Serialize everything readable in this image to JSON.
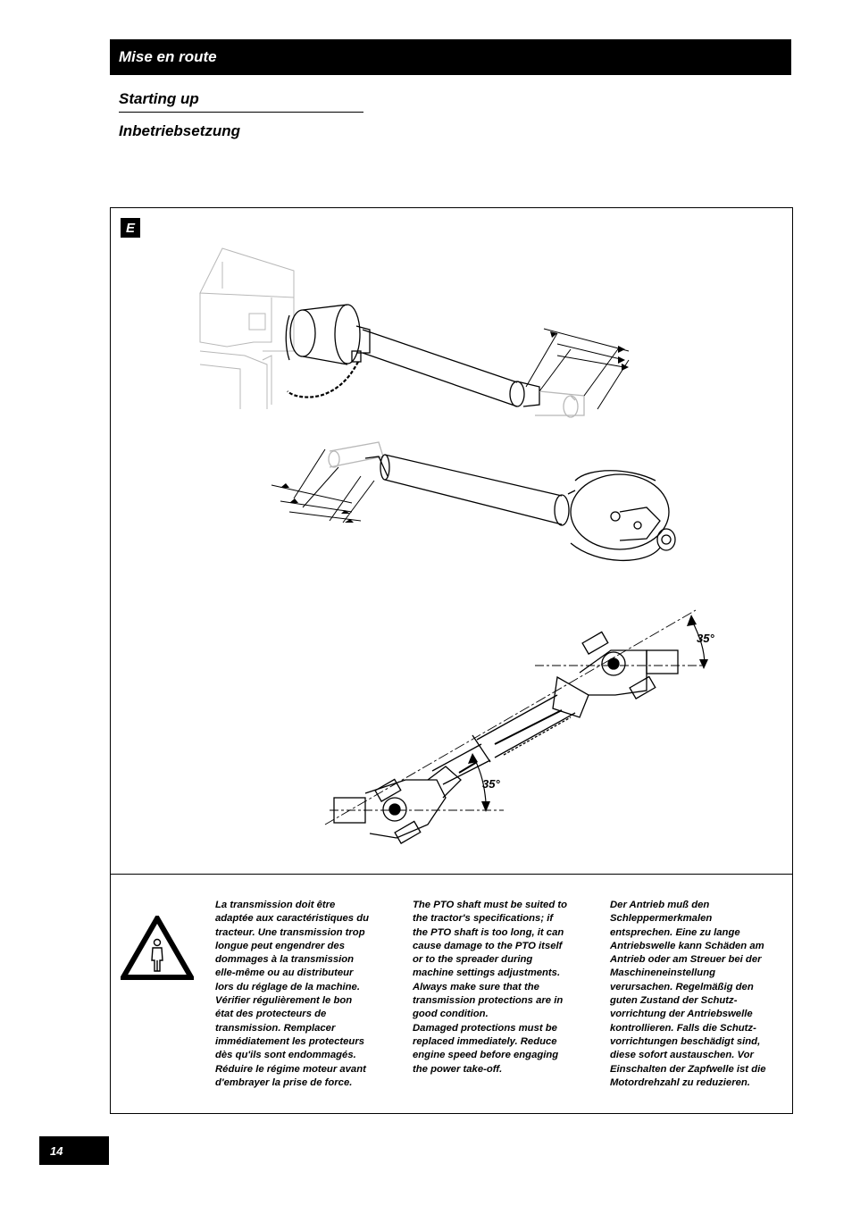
{
  "header": {
    "title": "Mise en route",
    "subtitle_en": "Starting up",
    "subtitle_de": "Inbetriebsetzung"
  },
  "figure": {
    "label": "E",
    "angle_top": "35°",
    "angle_bottom": "35°"
  },
  "warning_icon": "warning-person-icon",
  "text": {
    "fr": "La transmission doit être\nadaptée aux caractéristiques du\ntracteur. Une transmission trop\nlongue peut engendrer des\ndommages à la transmission\nelle-même ou au distributeur\nlors du réglage de la machine.\nVérifier régulièrement le bon\nétat des protecteurs de\ntransmission. Remplacer\nimmédiatement les protecteurs\ndès qu'ils sont endommagés.\nRéduire le régime moteur avant\nd'embrayer la prise de force.",
    "en": "The PTO shaft must be suited to\nthe tractor's specifications; if\nthe PTO shaft is too long, it can\ncause damage to the PTO itself\nor to the spreader during\nmachine settings adjustments.\nAlways make sure that the\ntransmission protections are in\ngood condition.\nDamaged protections must be\nreplaced immediately. Reduce\nengine speed before engaging\nthe power take-off.",
    "de": "Der Antrieb muß den\nSchleppermerkmalen\nentsprechen. Eine zu lange\nAntriebswelle kann Schäden am\nAntrieb oder am Streuer bei der\nMaschineneinstellung\nverursachen. Regelmäßig den\nguten Zustand der Schutz-\nvorrichtung der Antriebswelle\nkontrollieren. Falls die Schutz-\nvorrichtungen beschädigt sind,\ndiese sofort austauschen. Vor\nEinschalten der Zapfwelle ist die\nMotordrehzahl zu reduzieren."
  },
  "page_number": "14"
}
